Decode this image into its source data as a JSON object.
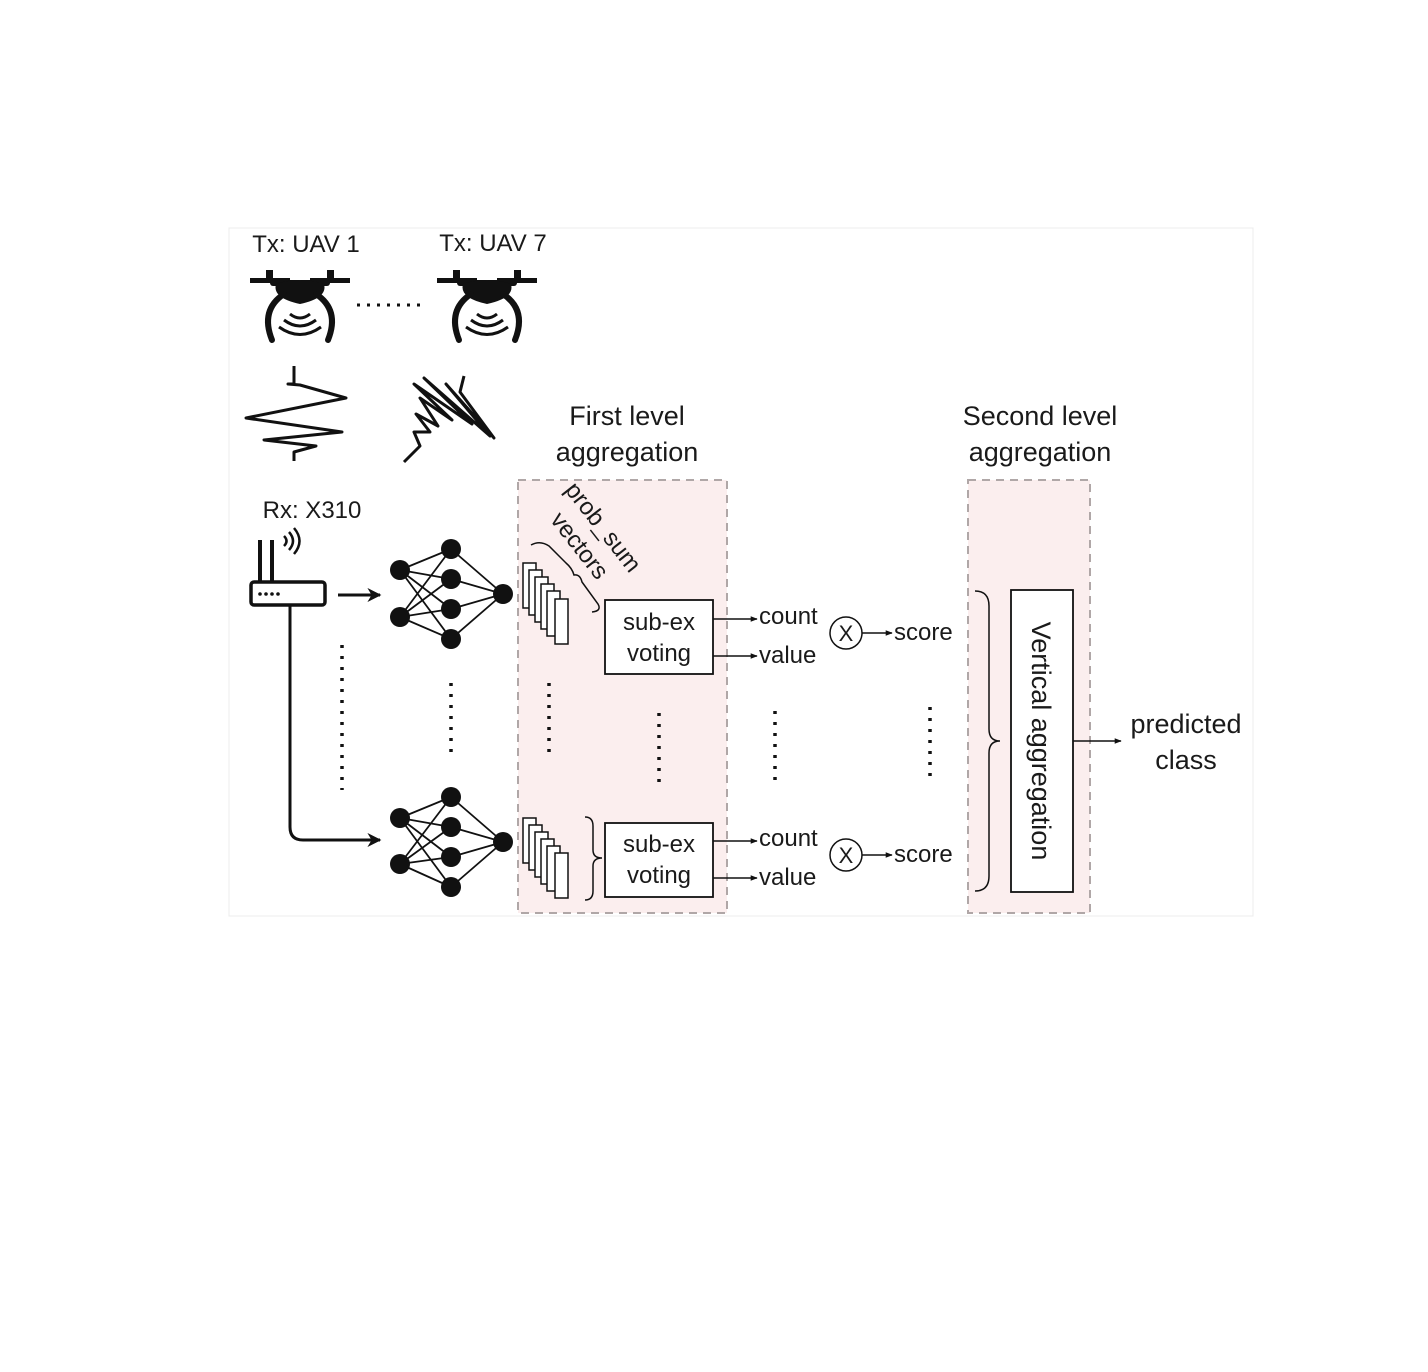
{
  "transmitters": {
    "uav_first_label": "Tx: UAV 1",
    "uav_last_label": "Tx: UAV 7"
  },
  "receiver": {
    "label": "Rx: X310"
  },
  "first_level": {
    "title_line1": "First level",
    "title_line2": "aggregation",
    "brace_label_line1": "prob_sum",
    "brace_label_line2": "vectors",
    "voting_line1": "sub-ex",
    "voting_line2": "voting",
    "count_label": "count",
    "value_label": "value",
    "multiply_symbol": "X",
    "score_label": "score"
  },
  "second_level": {
    "title_line1": "Second level",
    "title_line2": "aggregation",
    "box_label": "Vertical aggregation"
  },
  "output": {
    "label_line1": "predicted",
    "label_line2": "class"
  },
  "colors": {
    "panel_fill": "#fbeeee",
    "panel_border": "#b0a7a7",
    "ink": "#111111"
  },
  "icons": [
    "uav-icon",
    "rf-signal-icon",
    "router-icon",
    "neural-network-icon"
  ]
}
